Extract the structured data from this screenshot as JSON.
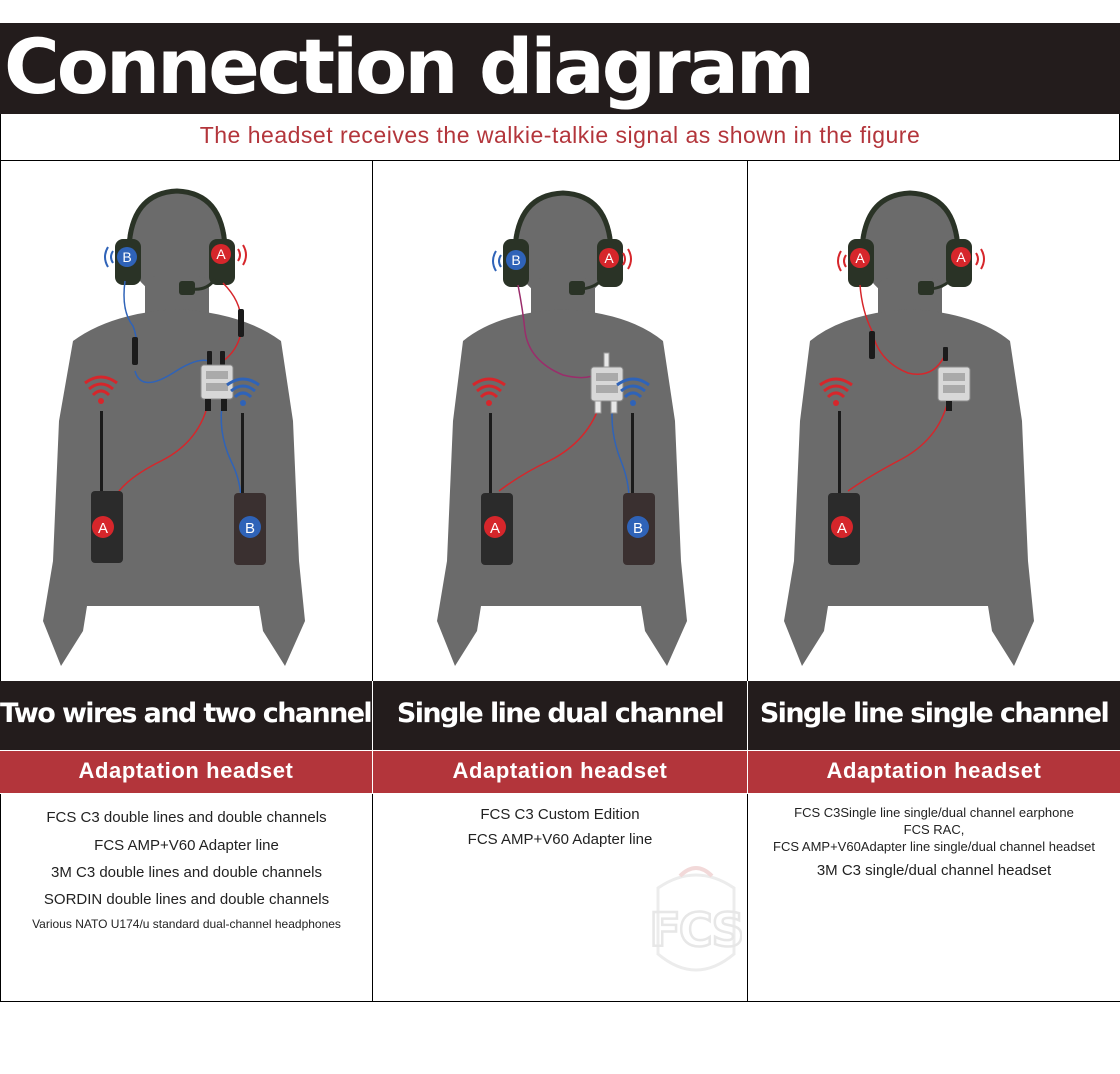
{
  "header": {
    "title": "Connection diagram",
    "subtitle": "The headset receives the walkie-talkie signal as shown in the figure"
  },
  "colors": {
    "header_bg": "#231c1c",
    "accent_red": "#b3353b",
    "channel_a": "#d6262b",
    "channel_b": "#2f63b8",
    "silhouette": "#6b6b6b"
  },
  "panels": [
    {
      "caption": "Two wires and two channels",
      "adaptation_label": "Adaptation headset",
      "headset_left_badge": "B",
      "headset_right_badge": "A",
      "radio_left_badge": "A",
      "radio_right_badge": "B",
      "items": [
        "FCS C3 double lines and double channels",
        "FCS AMP+V60 Adapter line",
        "3M C3 double lines and double channels",
        "SORDIN double lines and double channels",
        "Various NATO U174/u standard dual-channel headphones"
      ]
    },
    {
      "caption": "Single line dual channel",
      "adaptation_label": "Adaptation headset",
      "headset_left_badge": "B",
      "headset_right_badge": "A",
      "radio_left_badge": "A",
      "radio_right_badge": "B",
      "items": [
        "FCS C3 Custom Edition",
        "FCS AMP+V60 Adapter line"
      ]
    },
    {
      "caption": "Single line single channel",
      "adaptation_label": "Adaptation headset",
      "headset_left_badge": "A",
      "headset_right_badge": "A",
      "radio_left_badge": "A",
      "items": [
        "FCS C3Single line single/dual channel earphone",
        "FCS RAC,",
        "FCS AMP+V60Adapter line single/dual channel headset",
        "3M C3 single/dual channel headset"
      ]
    }
  ],
  "watermark": {
    "text": "FCS"
  }
}
